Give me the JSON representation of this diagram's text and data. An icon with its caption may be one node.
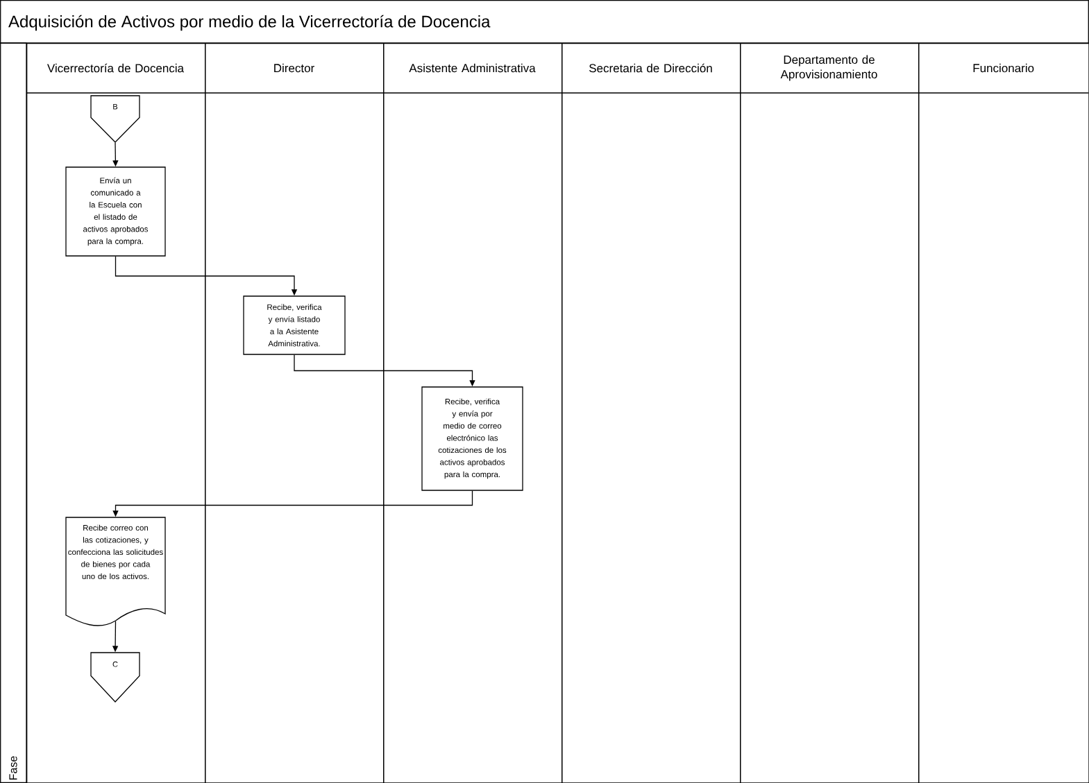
{
  "diagram": {
    "title": "Adquisición de Activos por medio de la Vicerrectoría de Docencia",
    "nodes": [
      {
        "text": [
          "Vicerrectoría de Docencia"
        ]
      },
      {
        "text": [
          "Director"
        ]
      },
      {
        "text": [
          "Asistente Administrativa"
        ]
      },
      {
        "text": [
          "Secretaria de Dirección"
        ]
      },
      {
        "text": [
          "Departamento de Aprovisionamiento"
        ]
      },
      {
        "text": [
          "Funcionario"
        ]
      },
      {
        "text": [
          "B"
        ],
        "in": 0
      },
      {
        "text": [
          "Envía un comunicado a la Escuela con el listado de activos aprobados para la compra."
        ],
        "in": 0
      },
      {
        "text": [
          "Recibe, verifica y envía listado a la Asistente Administrativa."
        ],
        "in": 1
      },
      {
        "text": [
          "Recibe, verifica y envía por medio de correo electrónico las cotizaciones de los activos aprobados para la compra."
        ],
        "in": 2
      },
      {
        "text": [
          "Recibe correo con las cotizaciones, y confecciona las solicitudes de bienes por cada uno de los activos."
        ],
        "in": 0
      },
      {
        "text": [
          "C"
        ],
        "in": 0
      }
    ],
    "edges": [
      {
        "from": 6,
        "to": 7,
        "arrow": "to"
      },
      {
        "from": 7,
        "to": 8,
        "arrow": "to"
      },
      {
        "from": 8,
        "to": 9,
        "arrow": "to"
      },
      {
        "from": 9,
        "to": 10,
        "arrow": "to"
      },
      {
        "from": 10,
        "to": 11,
        "arrow": "to"
      }
    ],
    "labels": [
      "Fase"
    ]
  }
}
